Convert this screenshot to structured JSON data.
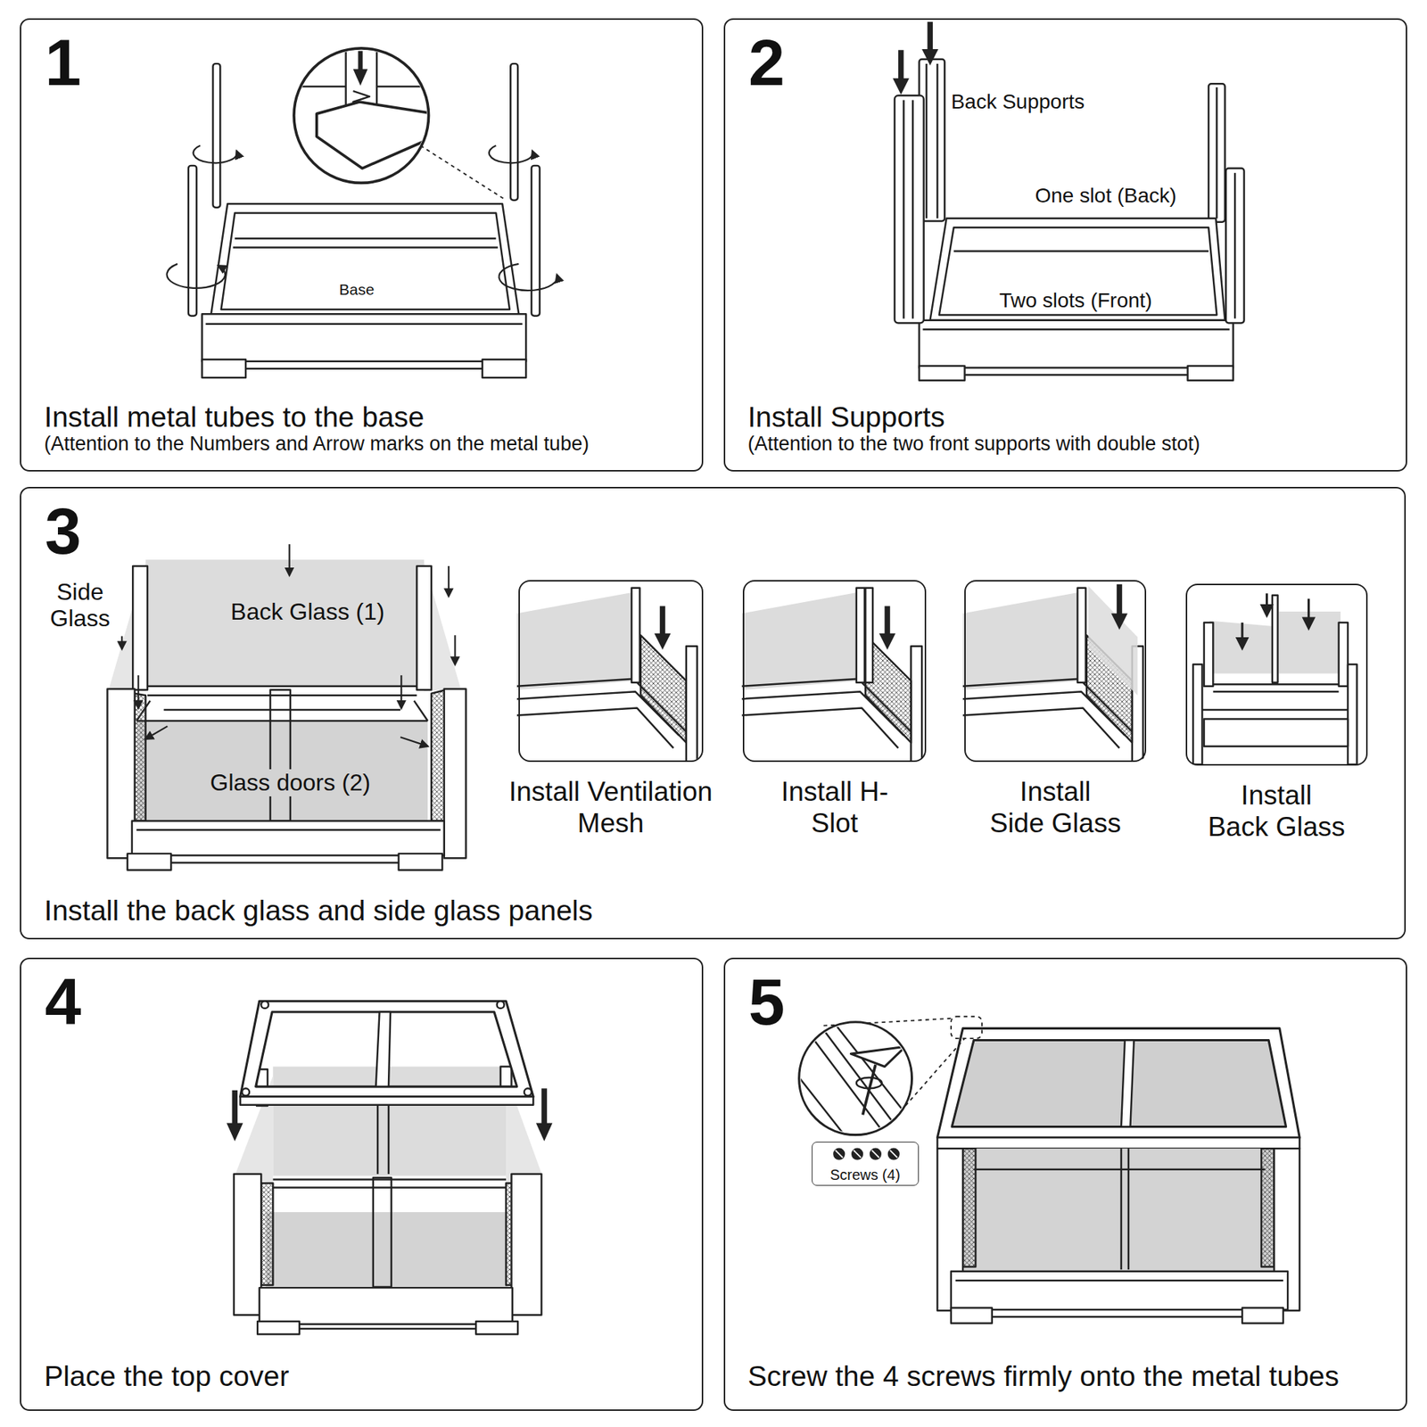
{
  "diagram": {
    "nodes": [
      {
        "text": [
          "1",
          "Install metal tubes to the base",
          "(Attention to the Numbers and Arrow marks on the metal tube)"
        ]
      },
      {
        "text": [
          "2",
          "Install Supports",
          "(Attention to the two front supports with double stot)"
        ]
      },
      {
        "text": [
          "3",
          "Install the back glass and side glass panels"
        ]
      },
      {
        "text": [
          "Install Ventilation Mesh"
        ],
        "in": 2
      },
      {
        "text": [
          "Install H-Slot"
        ],
        "in": 2
      },
      {
        "text": [
          "Install Side Glass"
        ],
        "in": 2
      },
      {
        "text": [
          "Install Back Glass"
        ],
        "in": 2
      },
      {
        "text": [
          "4",
          "Place the top cover"
        ]
      },
      {
        "text": [
          "5",
          "Screw the 4 screws firmly onto the metal tubes"
        ]
      },
      {
        "text": [
          "Screws (4)"
        ],
        "in": 8
      }
    ],
    "labels": [
      "Base",
      "Back Supports",
      "One slot (Back)",
      "Two slots (Front)",
      "Side Glass",
      "Back Glass (1)",
      "Glass doors (2)"
    ]
  }
}
